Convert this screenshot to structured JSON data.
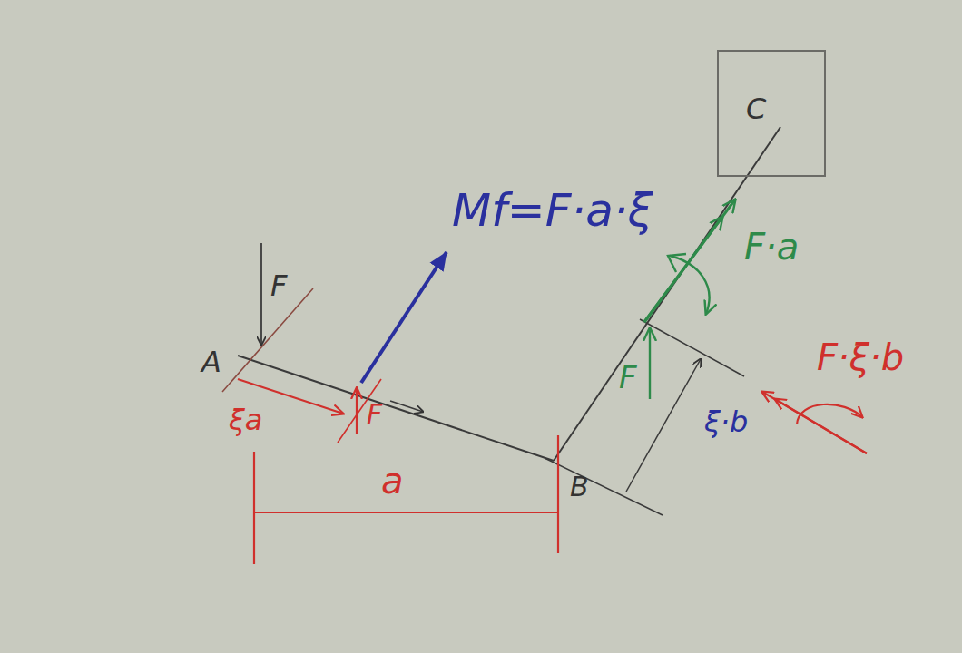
{
  "diagram": {
    "nodes": [
      {
        "text": [
          "C"
        ]
      }
    ],
    "labels": [
      "F",
      "A",
      "ξa",
      "F",
      "a",
      "Mf=F·a·ξ",
      "B",
      "F",
      "F·a",
      "ξ·b",
      "F·ξ·b"
    ]
  }
}
